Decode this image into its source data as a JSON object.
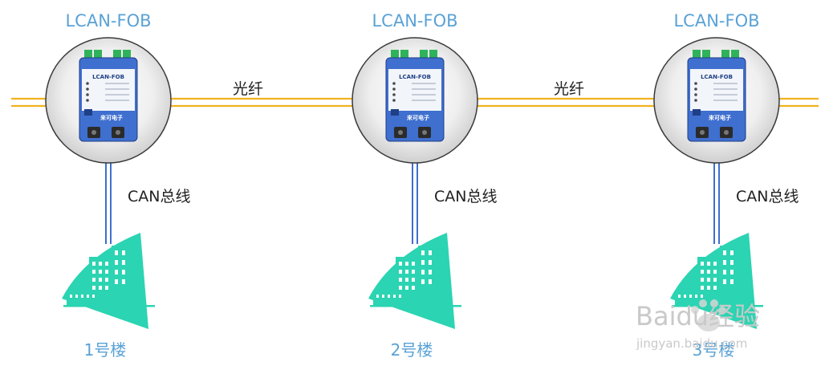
{
  "device_label": "LCAN-FOB",
  "fiber_label": "光纤",
  "bus_label": "CAN总线",
  "device_brand": "LCAN-FOB",
  "device_maker": "来可电子",
  "nodes": [
    {
      "building": "1号楼"
    },
    {
      "building": "2号楼"
    },
    {
      "building": "3号楼"
    }
  ],
  "watermark": {
    "brand": "Baidu经验",
    "url": "jingyan.baidu.com"
  },
  "colors": {
    "device_label": "#5aa2d6",
    "fiber": "#f2b21f",
    "can_bus": "#3f6fcf",
    "building": "#2bd4b2",
    "device_body": "#3f6fcf",
    "connector": "#2fb35a"
  },
  "icons": [
    "optical-converter-icon",
    "building-icon",
    "baidu-paw-icon"
  ]
}
